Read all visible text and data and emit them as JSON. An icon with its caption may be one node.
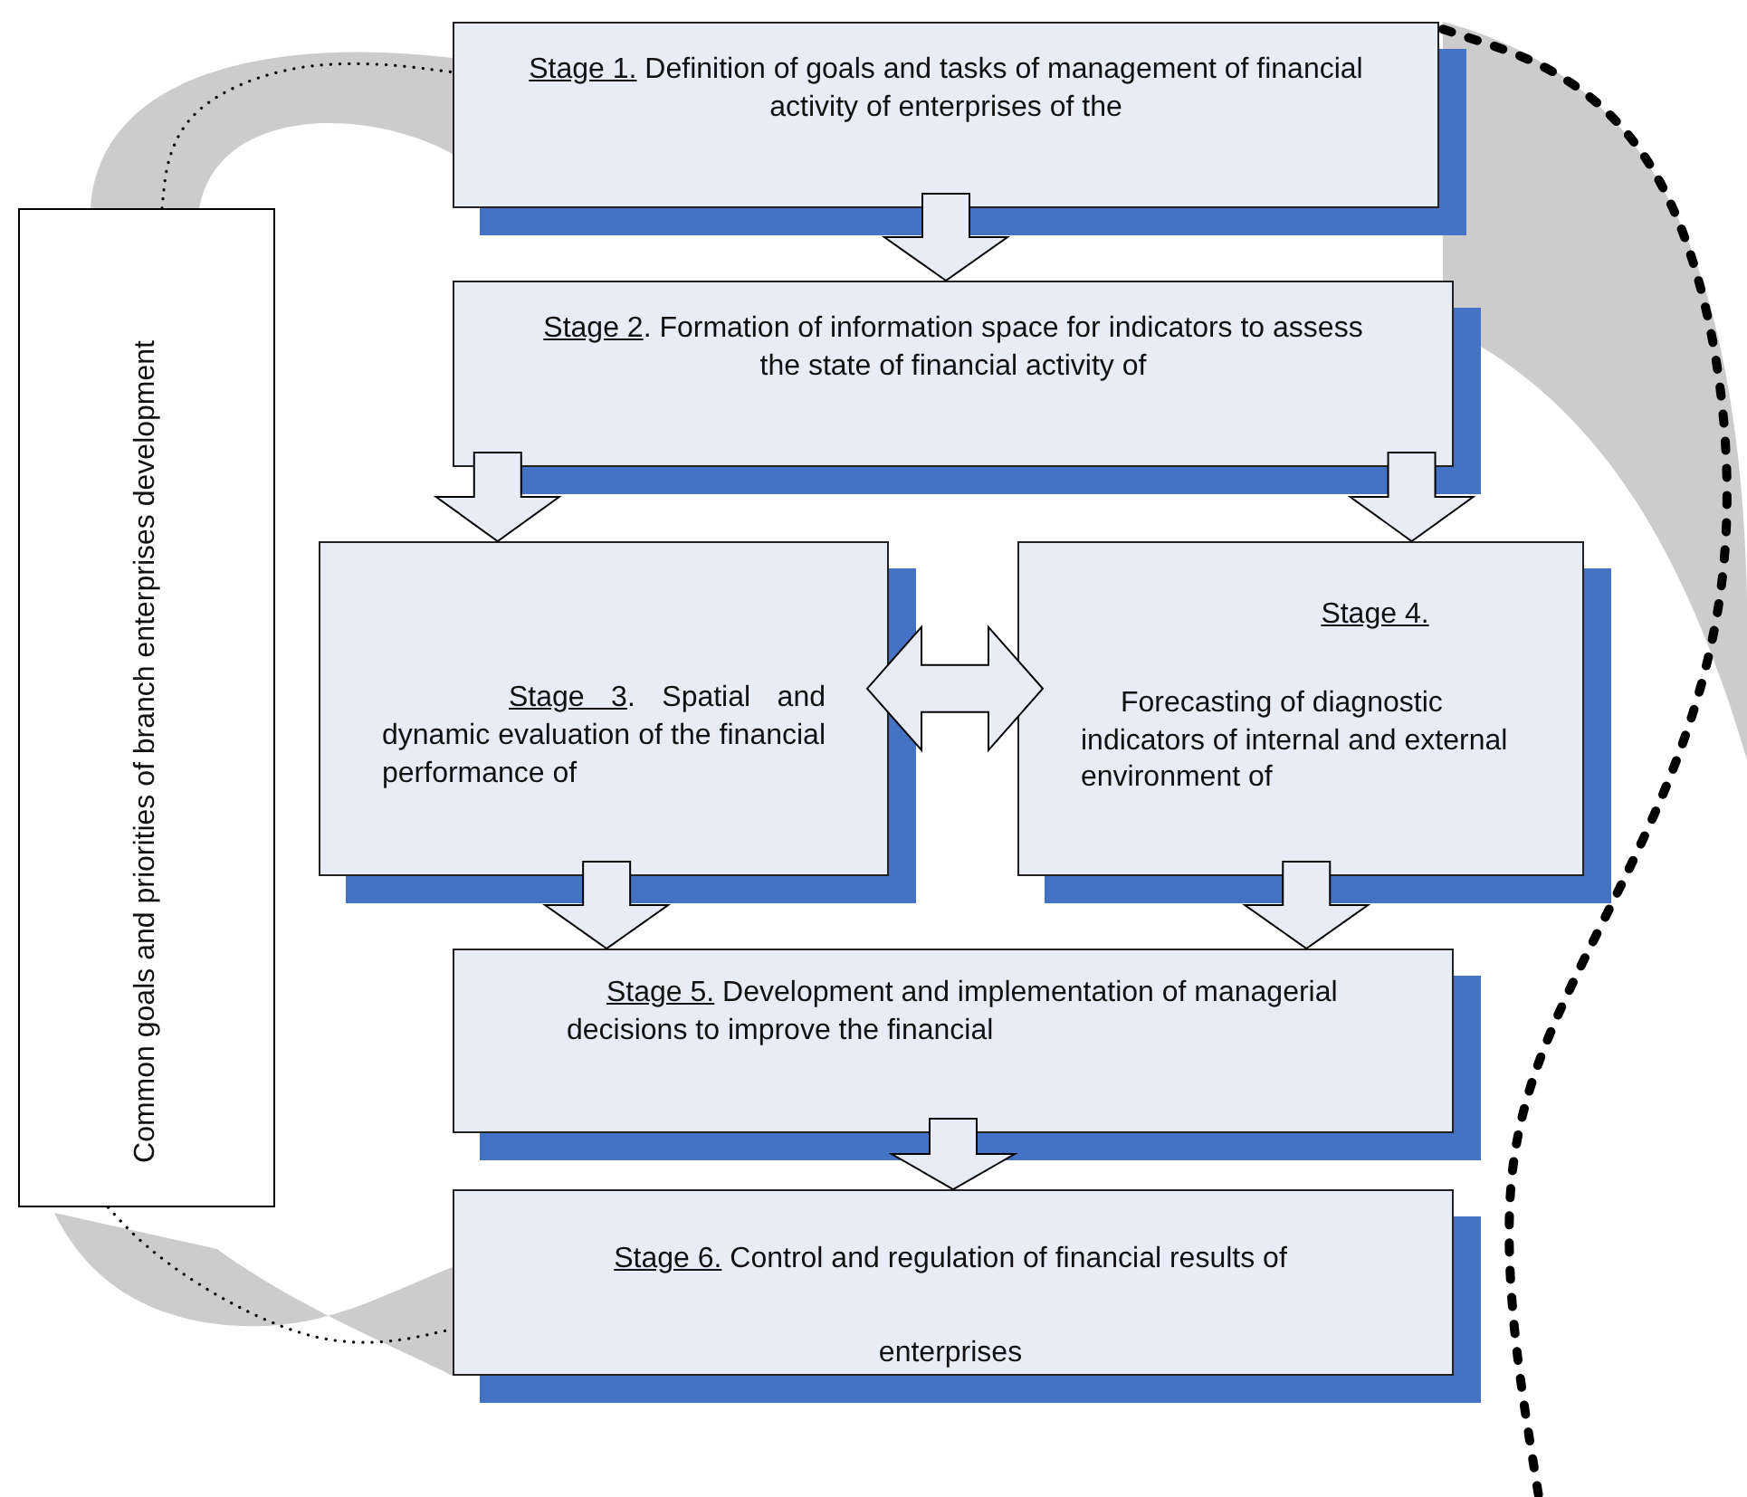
{
  "diagram": {
    "nodes": [
      {
        "text": [
          "Common goals and priorities of branch enterprises development"
        ]
      },
      {
        "text": [
          "Stage 1.",
          "Definition of goals and tasks of management of financial activity of enterprises of the"
        ]
      },
      {
        "text": [
          "Stage 2",
          ". Formation of information space for indicators to assess the state of financial activity of"
        ]
      },
      {
        "text": [
          "Stage 3",
          ". Spatial and dynamic evaluation of the financial performance of"
        ]
      },
      {
        "text": [
          "Stage 4.",
          "Forecasting of diagnostic indicators of internal and external environment of"
        ]
      },
      {
        "text": [
          "Stage 5.",
          "Development and implementation of managerial decisions to improve the financial"
        ]
      },
      {
        "text": [
          "Stage 6.",
          "Control and regulation of financial results of enterprises"
        ]
      }
    ],
    "edges": [
      {
        "from": 1,
        "to": 2,
        "arrow": "to"
      },
      {
        "from": 2,
        "to": 3,
        "arrow": "to"
      },
      {
        "from": 2,
        "to": 4,
        "arrow": "to"
      },
      {
        "from": 3,
        "to": 4,
        "arrow": "both"
      },
      {
        "from": 3,
        "to": 5,
        "arrow": "to"
      },
      {
        "from": 4,
        "to": 5,
        "arrow": "to"
      },
      {
        "from": 5,
        "to": 6,
        "arrow": "to"
      },
      {
        "from": 0,
        "to": 1,
        "arrow": "none",
        "style": "dashed"
      },
      {
        "from": 0,
        "to": 6,
        "arrow": "none",
        "style": "dashed"
      },
      {
        "from": 1,
        "to": null,
        "arrow": "none",
        "style": "dashed"
      }
    ]
  }
}
